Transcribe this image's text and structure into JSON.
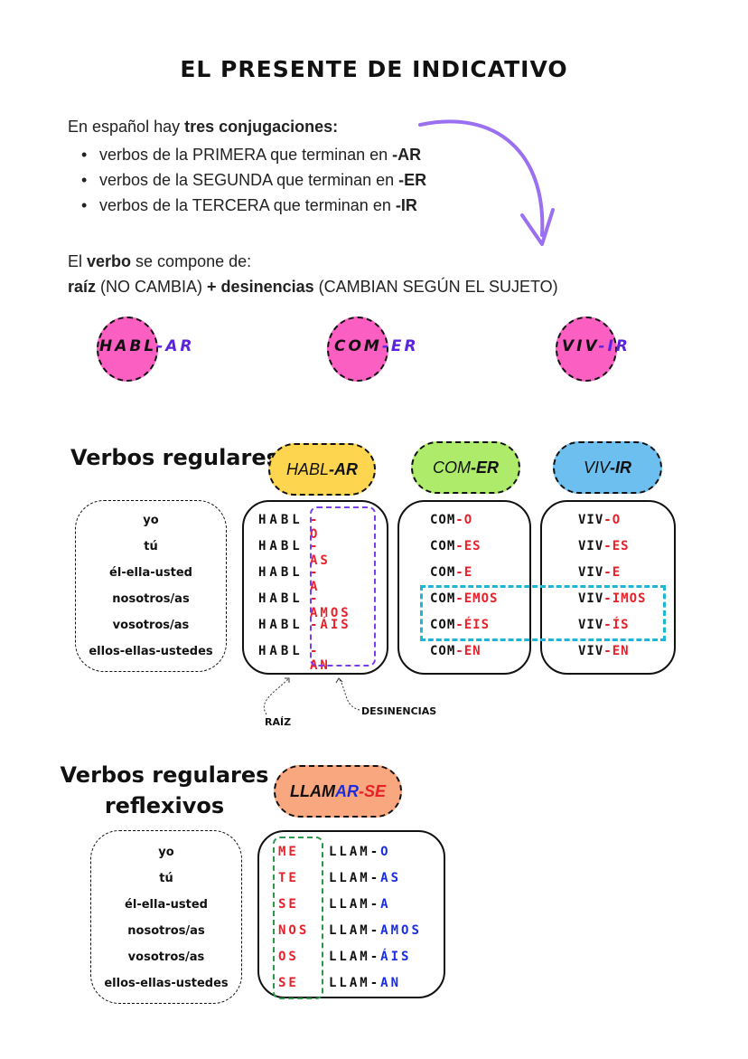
{
  "title": "EL PRESENTE DE INDICATIVO",
  "intro": {
    "prefix": "En español hay ",
    "bold": "tres conjugaciones:"
  },
  "bullets": [
    {
      "text": "verbos de la PRIMERA que terminan en ",
      "ending": "-AR"
    },
    {
      "text": "verbos de la SEGUNDA que terminan en ",
      "ending": "-ER"
    },
    {
      "text": "verbos de la TERCERA que terminan en ",
      "ending": "-IR"
    }
  ],
  "compose": {
    "l1a": "El ",
    "l1b": "verbo",
    "l1c": " se compone de:",
    "l2a": "raíz",
    "l2b": " (NO CAMBIA) ",
    "l2c": "+ desinencias",
    "l2d": " (CAMBIAN SEGÚN EL SUJETO)"
  },
  "roots": [
    {
      "root": "HABL",
      "end": "-AR"
    },
    {
      "root": "COM",
      "end": "-ER"
    },
    {
      "root": "VIV",
      "end": "-IR"
    }
  ],
  "regular": {
    "heading": "Verbos regulares",
    "pills": [
      {
        "root": "HABL",
        "end": "-AR",
        "color": "#fdd54f"
      },
      {
        "root": "COM",
        "end": "-ER",
        "color": "#aeeb6b"
      },
      {
        "root": "VIV",
        "end": "-IR",
        "color": "#6cbfef"
      }
    ],
    "pronouns": [
      "yo",
      "tú",
      "él-ella-usted",
      "nosotros/as",
      "vosotros/as",
      "ellos-ellas-ustedes"
    ],
    "tables": [
      {
        "root": "HABL",
        "ends": [
          "-O",
          "-AS",
          "-A",
          "-AMOS",
          "-ÁIS",
          "-AN"
        ]
      },
      {
        "root": "COM",
        "ends": [
          "-O",
          "-ES",
          "-E",
          "-EMOS",
          "-ÉIS",
          "-EN"
        ]
      },
      {
        "root": "VIV",
        "ends": [
          "-O",
          "-ES",
          "-E",
          "-IMOS",
          "-ÍS",
          "-EN"
        ]
      }
    ],
    "label_root": "RAÍZ",
    "label_endings": "DESINENCIAS"
  },
  "reflexive": {
    "heading1": "Verbos regulares",
    "heading2": "reflexivos",
    "pill": {
      "a": "LLAM",
      "b": "AR",
      "c": "-SE",
      "color": "#f9a77e"
    },
    "pronouns": [
      "yo",
      "tú",
      "él-ella-usted",
      "nosotros/as",
      "vosotros/as",
      "ellos-ellas-ustedes"
    ],
    "reflex": [
      "ME",
      "TE",
      "SE",
      "NOS",
      "OS",
      "SE"
    ],
    "root": "LLAM-",
    "ends": [
      "O",
      "AS",
      "A",
      "AMOS",
      "ÁIS",
      "AN"
    ]
  },
  "colors": {
    "pink": "#fb5fc2",
    "purple": "#5b22e0",
    "red": "#e8202a",
    "blue": "#1a2ee0",
    "cyan": "#1fb5d6",
    "green": "#2a9a4a"
  }
}
